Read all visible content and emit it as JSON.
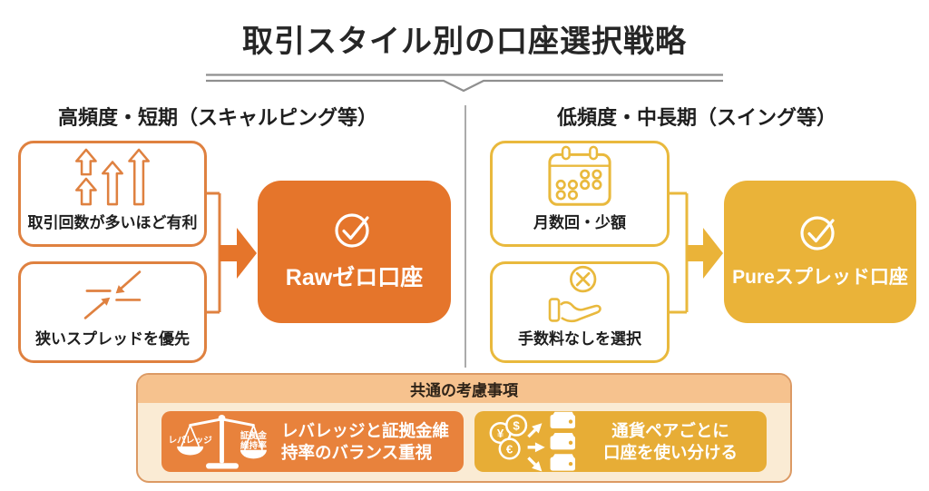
{
  "title": "取引スタイル別の口座選択戦略",
  "left_section": {
    "heading": "高頻度・短期（スキャルピング等）",
    "boxes": [
      {
        "label": "取引回数が多いほど有利",
        "icon": "up-arrows-icon"
      },
      {
        "label": "狭いスプレッドを優先",
        "icon": "converging-arrows-icon"
      }
    ],
    "result": {
      "label": "Rawゼロ口座",
      "icon": "check-circle-icon"
    }
  },
  "right_section": {
    "heading": "低頻度・中長期（スイング等）",
    "boxes": [
      {
        "label": "月数回・少額",
        "icon": "calendar-icon"
      },
      {
        "label": "手数料なしを選択",
        "icon": "no-fee-hand-icon"
      }
    ],
    "result": {
      "label": "Pureスプレッド口座",
      "icon": "check-circle-icon"
    }
  },
  "common_section": {
    "heading": "共通の考慮事項",
    "items": [
      {
        "icon": "balance-scale-icon",
        "icon_labels": {
          "left": "レバレッジ",
          "right_line1": "証拠金",
          "right_line2": "維持率"
        },
        "text_line1": "レバレッジと証拠金維",
        "text_line2": "持率のバランス重視"
      },
      {
        "icon": "currency-wallets-icon",
        "currency_symbols": [
          "¥",
          "$",
          "€"
        ],
        "text_line1": "通貨ペアごとに",
        "text_line2": "口座を使い分ける"
      }
    ]
  },
  "colors": {
    "orange_main": "#E5752B",
    "orange_border": "#DF8140",
    "orange_card": "#E8823C",
    "yellow_main": "#EAB339",
    "yellow_border": "#E9B93D",
    "yellow_card": "#E7AD36",
    "common_bg": "#FAEBD4",
    "common_header_bg": "#F6C28E",
    "common_border": "#DC9A64",
    "divider": "#ABABAB",
    "text_dark": "#262626"
  }
}
